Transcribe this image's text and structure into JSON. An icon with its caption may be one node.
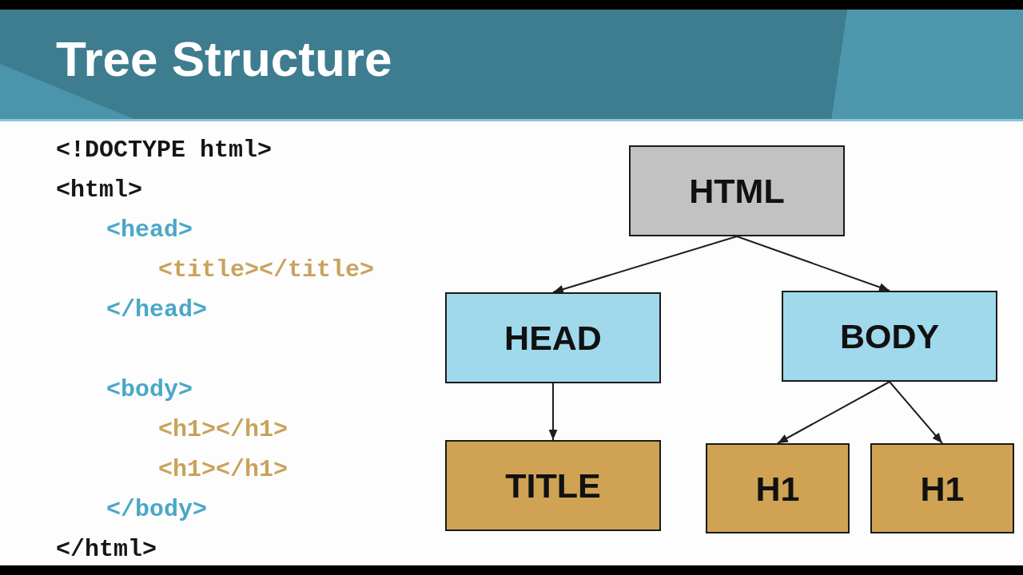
{
  "diagram": {
    "title": "Tree Structure",
    "nodes": [
      {
        "text": [
          "HTML"
        ]
      },
      {
        "text": [
          "HEAD"
        ]
      },
      {
        "text": [
          "BODY"
        ]
      },
      {
        "text": [
          "TITLE"
        ]
      },
      {
        "text": [
          "H1"
        ]
      },
      {
        "text": [
          "H1"
        ]
      }
    ],
    "edges": [
      {
        "from": 0,
        "to": 1,
        "arrow": "to"
      },
      {
        "from": 0,
        "to": 2,
        "arrow": "to"
      },
      {
        "from": 1,
        "to": 3,
        "arrow": "to"
      },
      {
        "from": 2,
        "to": 4,
        "arrow": "to"
      },
      {
        "from": 2,
        "to": 5,
        "arrow": "to"
      }
    ],
    "labels": [
      "<!DOCTYPE html>",
      "<html>",
      "<head>",
      "<title></title>",
      "</head>",
      "<body>",
      "<h1></h1>",
      "<h1></h1>",
      "</body>",
      "</html>"
    ]
  }
}
